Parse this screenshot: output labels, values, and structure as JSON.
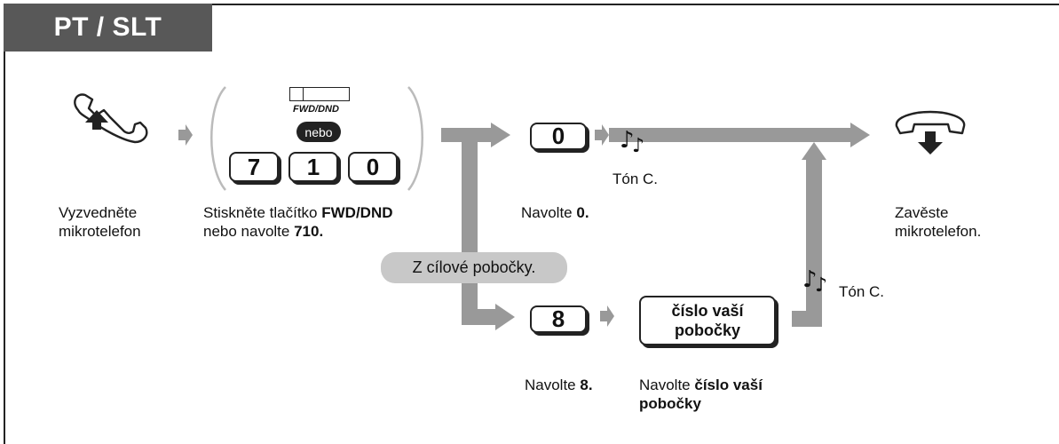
{
  "header": {
    "title": "PT / SLT"
  },
  "step1": {
    "label": "Vyzvedněte\nmikrotelefon",
    "icon": "handset-lift-icon"
  },
  "step2": {
    "button_caption": "FWD/DND",
    "or_badge": "nebo",
    "keys": [
      "7",
      "1",
      "0"
    ],
    "label_prefix": "Stiskněte tlačítko ",
    "label_bold1": "FWD/DND",
    "label_mid": "nebo navolte ",
    "label_bold2": "710."
  },
  "branch_top": {
    "key": "0",
    "tone": "Tón C.",
    "label_prefix": "Navolte ",
    "label_bold": "0."
  },
  "branch_bottom": {
    "condition": "Z cílové pobočky.",
    "key": "8",
    "key_label_prefix": "Navolte ",
    "key_label_bold": "8.",
    "box_text": "číslo vaší\npobočky",
    "box_label_prefix": "Navolte ",
    "box_label_bold": "číslo vaší\npobočky",
    "tone": "Tón C."
  },
  "final": {
    "label": "Zavěste\nmikrotelefon.",
    "icon": "handset-hang-up-icon"
  },
  "colors": {
    "tab": "#585858",
    "arrow": "#999999",
    "pill": "#c8c8c8",
    "bracket": "#bbbbbb"
  }
}
